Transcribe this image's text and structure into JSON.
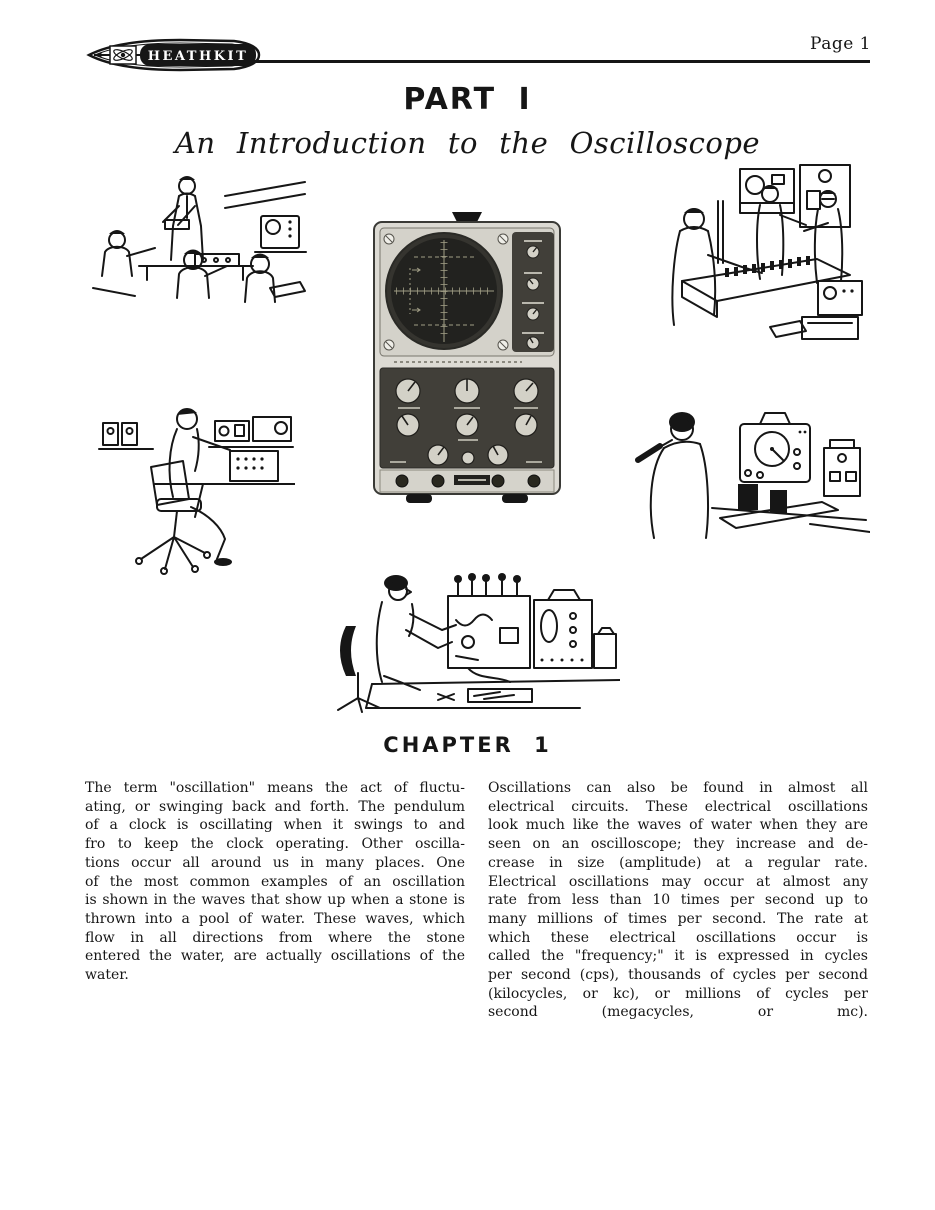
{
  "colors": {
    "paper": "#ffffff",
    "ink": "#161616",
    "cabinet": "#dcdad3",
    "panel": "#413f39",
    "screen": "#22221f",
    "graticule": "#a09d85",
    "knob": "#d3d1c7"
  },
  "header": {
    "logo_text": "HEATHKIT",
    "page_label": "Page 1"
  },
  "titles": {
    "part": "PART I",
    "subtitle": "An Introduction to the Oscilloscope",
    "chapter": "CHAPTER 1"
  },
  "body": {
    "left_lines": [
      "The term \"oscillation\" means the act of fluctu-",
      "ating, or swinging back and forth. The pendulum",
      "of a clock is oscillating when it swings to and",
      "fro to keep the clock operating. Other oscilla-",
      "tions occur all around us in many places. One",
      "of the most common examples of an oscillation",
      "is shown in the waves that show up when a stone is",
      "thrown into a pool of water. These waves, which",
      "flow in all directions from where the stone",
      "entered the water, are actually oscillations of the",
      "water."
    ],
    "right_lines": [
      "Oscillations can also be found in almost all",
      "electrical circuits. These electrical oscillations",
      "look much like the waves of water when they are",
      "seen on an oscilloscope; they increase and de-",
      "crease in size (amplitude) at a regular rate.",
      "Electrical oscillations may occur at almost any",
      "rate from less than 10 times per second up to",
      "many millions of times per second. The rate at",
      "which these electrical oscillations occur is",
      "called the \"frequency;\" it is expressed in cycles",
      "per second (cps), thousands of cycles per second",
      "(kilocycles, or kc), or millions of cycles per",
      "second (megacycles, or mc)."
    ]
  },
  "illustrations": {
    "top_left": "classroom-demonstration",
    "top_center": "oscilloscope-front-panel",
    "top_right": "factory-test-line",
    "mid_left": "control-console-operator",
    "mid_right": "bench-technician",
    "bottom": "tv-repairman-at-desk"
  }
}
